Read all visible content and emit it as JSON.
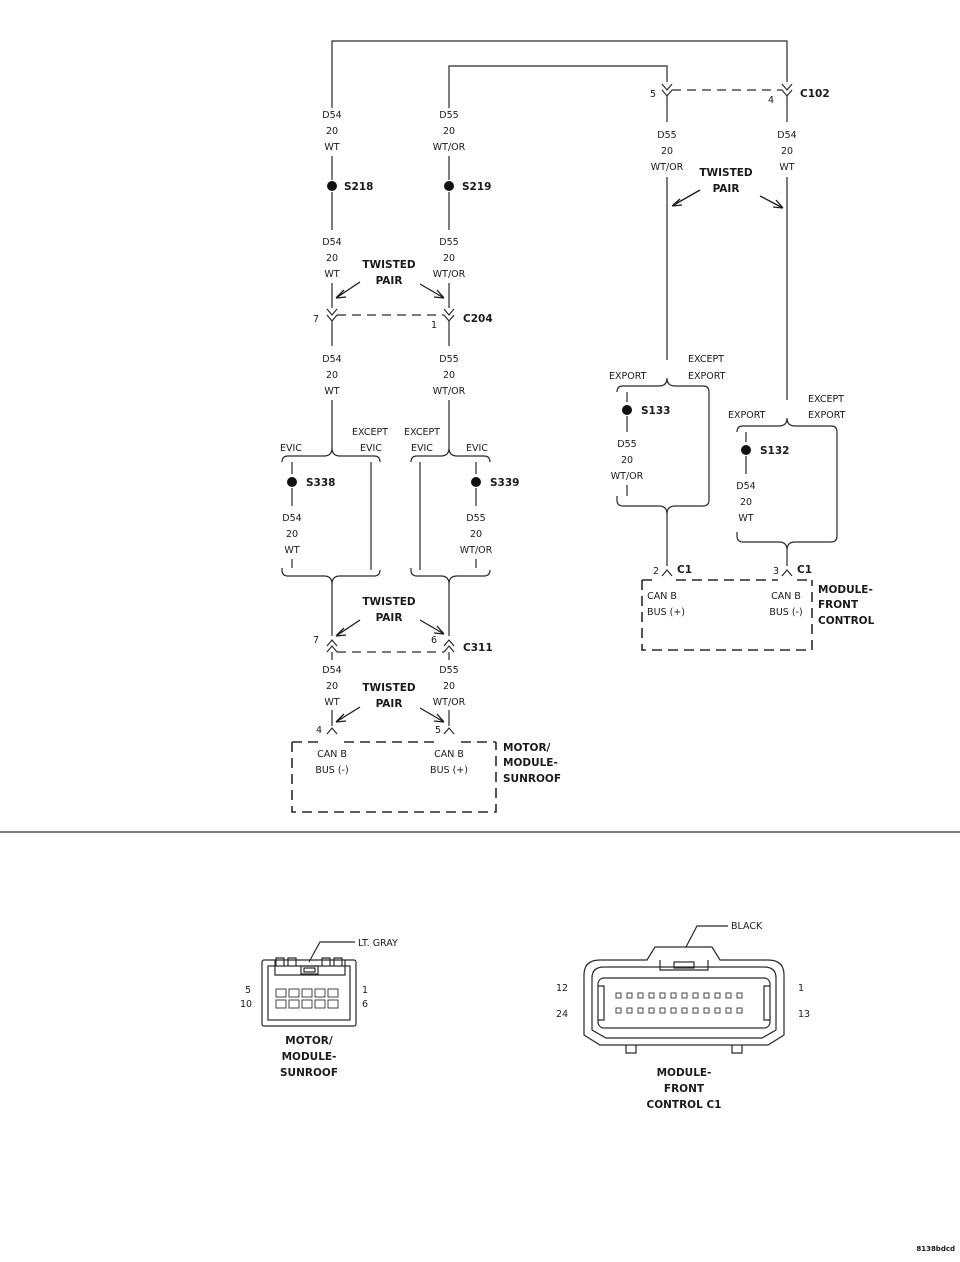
{
  "wires": {
    "d54": {
      "circuit": "D54",
      "gauge": "20",
      "color": "WT"
    },
    "d55": {
      "circuit": "D55",
      "gauge": "20",
      "color": "WT/OR"
    }
  },
  "splices": {
    "s218": "S218",
    "s219": "S219",
    "s338": "S338",
    "s339": "S339",
    "s133": "S133",
    "s132": "S132"
  },
  "connectors": {
    "c102": {
      "name": "C102",
      "pin_d55": "5",
      "pin_d54": "4"
    },
    "c204": {
      "name": "C204",
      "pin_d54": "7",
      "pin_d55": "1"
    },
    "c311": {
      "name": "C311",
      "pin_d54": "7",
      "pin_d55": "6"
    },
    "c1_left": {
      "name": "C1",
      "pin": "2"
    },
    "c1_right": {
      "name": "C1",
      "pin": "3"
    },
    "sunroof_pins": {
      "d54": "4",
      "d55": "5"
    }
  },
  "labels": {
    "twisted": "TWISTED",
    "pair": "PAIR",
    "evic": "EVIC",
    "except": "EXCEPT",
    "export": "EXPORT"
  },
  "modules": {
    "front_control": {
      "line1": "MODULE-",
      "line2": "FRONT",
      "line3": "CONTROL"
    },
    "sunroof": {
      "line1": "MOTOR/",
      "line2": "MODULE-",
      "line3": "SUNROOF"
    },
    "can_b": "CAN B",
    "bus_plus": "BUS (+)",
    "bus_minus": "BUS (-)"
  },
  "connector_views": {
    "sunroof": {
      "color_label": "LT. GRAY",
      "pins": {
        "top_left": "5",
        "bottom_left": "10",
        "top_right": "1",
        "bottom_right": "6"
      },
      "caption": [
        "MOTOR/",
        "MODULE-",
        "SUNROOF"
      ]
    },
    "fcm": {
      "color_label": "BLACK",
      "pins": {
        "top_left": "12",
        "bottom_left": "24",
        "top_right": "1",
        "bottom_right": "13"
      },
      "caption": [
        "MODULE-",
        "FRONT",
        "CONTROL C1"
      ]
    }
  },
  "figure_id": "8138bdcd"
}
